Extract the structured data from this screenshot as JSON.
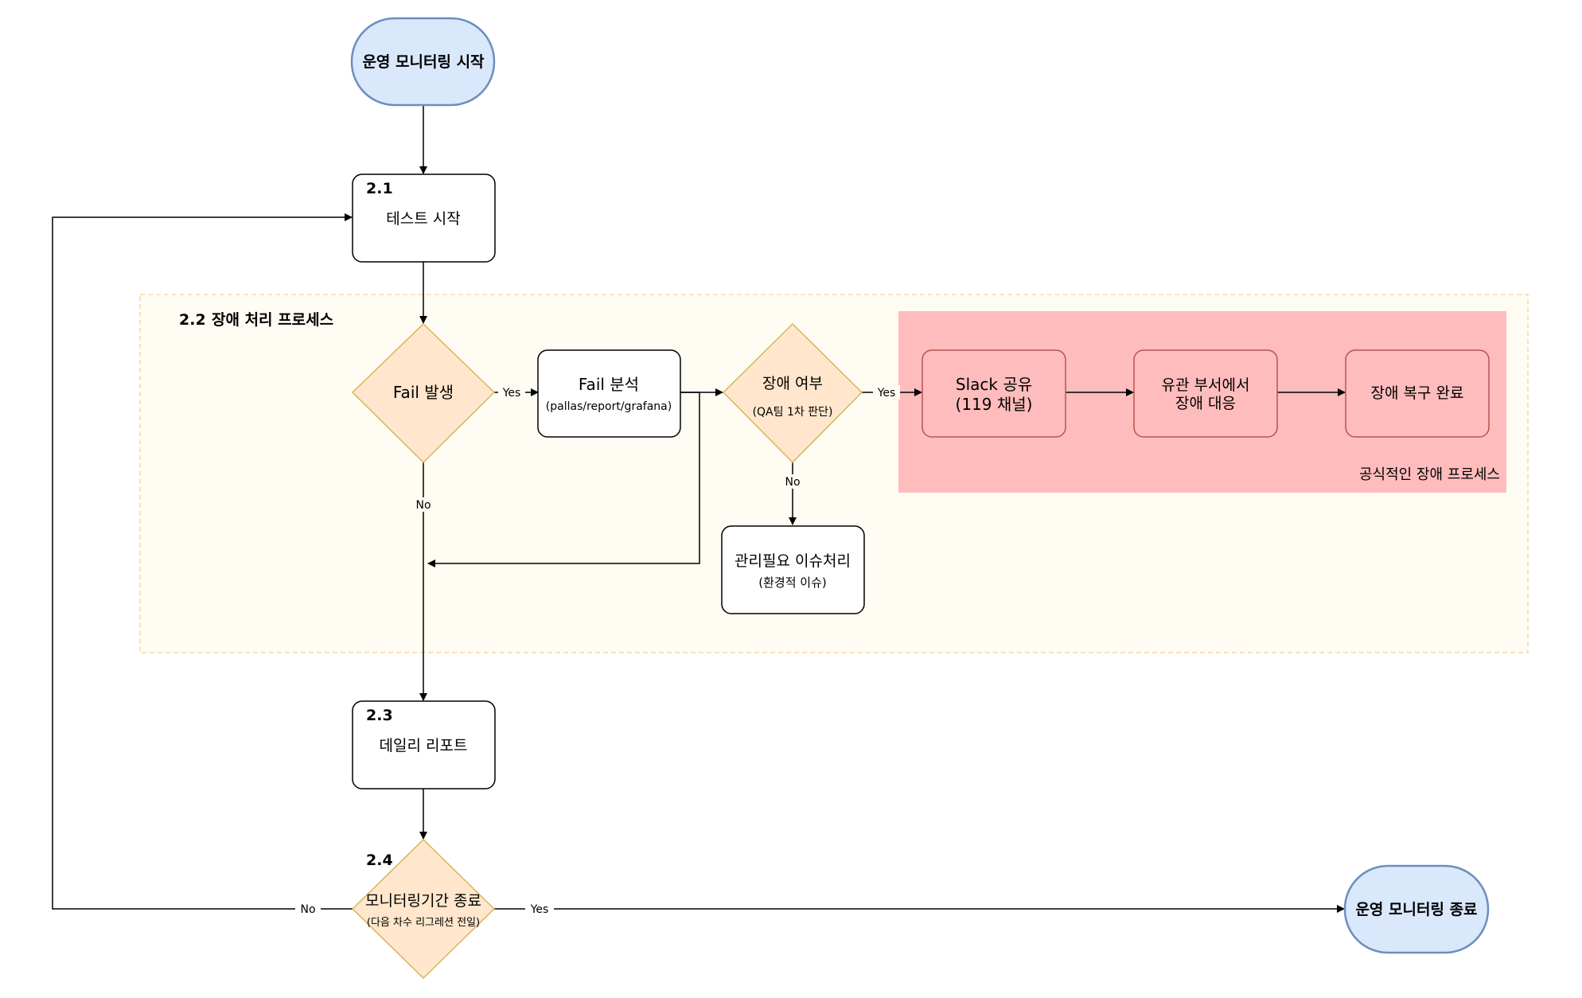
{
  "terminals": {
    "start": {
      "label": "운영 모니터링 시작"
    },
    "end": {
      "label": "운영 모니터링 종료"
    }
  },
  "steps": {
    "test_start": {
      "number": "2.1",
      "label": "테스트 시작"
    },
    "daily_report": {
      "number": "2.3",
      "label": "데일리 리포트"
    },
    "fail_analysis": {
      "label": "Fail 분석",
      "sublabel": "(pallas/report/grafana)"
    },
    "issue_handling": {
      "label": "관리필요 이슈처리",
      "sublabel": "(환경적 이슈)"
    },
    "slack_share": {
      "line1": "Slack 공유",
      "line2": "(119 채널)"
    },
    "dept_response": {
      "line1": "유관 부서에서",
      "line2": "장애 대응"
    },
    "recovery_done": {
      "label": "장애 복구 완료"
    }
  },
  "decisions": {
    "fail_occurred": {
      "label": "Fail 발생"
    },
    "is_failure": {
      "label": "장애 여부",
      "sublabel": "(QA팀 1차 판단)"
    },
    "monitoring_end": {
      "number": "2.4",
      "label": "모니터링기간 종료",
      "sublabel": "(다음 차수 리그레션 전일)"
    }
  },
  "groups": {
    "failure_process": {
      "number": "2.2",
      "title": "장애 처리 프로세스"
    },
    "official_process": {
      "title": "공식적인 장애 프로세스"
    }
  },
  "edge_labels": {
    "fail_yes": "Yes",
    "fail_no": "No",
    "failure_yes": "Yes",
    "failure_no": "No",
    "end_yes": "Yes",
    "end_no": "No"
  },
  "colors": {
    "terminal_fill": "#dae8fc",
    "terminal_stroke": "#6c8ebf",
    "decision_fill": "#ffe6cc",
    "decision_stroke": "#d6b656",
    "group_fill": "#fffcf3",
    "group_stroke": "#f5d9a8",
    "official_fill": "#ffbcbc",
    "official_box_stroke": "#b85450"
  }
}
